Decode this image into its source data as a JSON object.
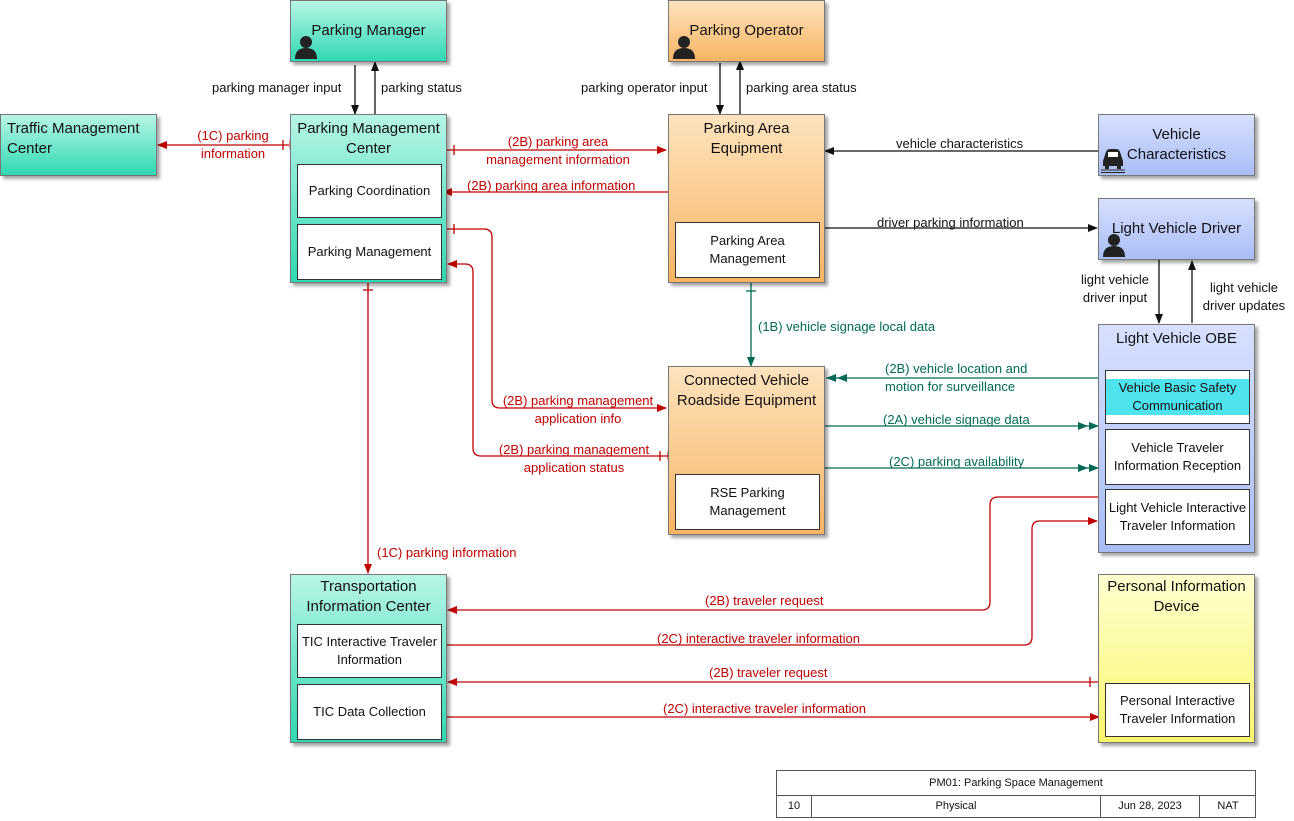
{
  "nodes": {
    "parking_manager": "Parking Manager",
    "parking_operator": "Parking Operator",
    "traffic_management_center": "Traffic Management Center",
    "parking_management_center": "Parking Management Center",
    "parking_coordination": "Parking Coordination",
    "parking_management": "Parking Management",
    "parking_area_equipment": "Parking Area Equipment",
    "parking_area_management": "Parking Area Management",
    "vehicle_characteristics": "Vehicle Characteristics",
    "light_vehicle_driver": "Light Vehicle Driver",
    "light_vehicle_obe": "Light Vehicle OBE",
    "vehicle_basic_safety": "Vehicle Basic Safety Communication",
    "vehicle_traveler_info_reception": "Vehicle Traveler Information Reception",
    "lv_interactive_traveler_info": "Light Vehicle Interactive Traveler Information",
    "cv_roadside_equipment": "Connected Vehicle Roadside Equipment",
    "rse_parking_management": "RSE Parking Management",
    "transportation_information_center": "Transportation Information Center",
    "tic_interactive_traveler_info": "TIC Interactive Traveler Information",
    "tic_data_collection": "TIC Data Collection",
    "personal_information_device": "Personal Information Device",
    "personal_interactive_traveler_info": "Personal Interactive Traveler Information"
  },
  "flows": {
    "parking_manager_input": "parking manager input",
    "parking_status": "parking status",
    "parking_operator_input": "parking operator input",
    "parking_area_status": "parking area status",
    "tmc_parking_information": "(1C) parking information",
    "parking_area_management_information": "(2B) parking area management information",
    "parking_area_information": "(2B) parking area information",
    "vehicle_characteristics": "vehicle characteristics",
    "driver_parking_information": "driver parking information",
    "light_vehicle_driver_input": "light vehicle driver input",
    "light_vehicle_driver_updates": "light vehicle driver updates",
    "vehicle_signage_local_data": "(1B) vehicle signage local data",
    "vehicle_location_motion": "(2B) vehicle location and motion for surveillance",
    "vehicle_signage_data": "(2A) vehicle signage data",
    "parking_availability": "(2C) parking availability",
    "parking_management_application_info": "(2B) parking management application info",
    "parking_management_application_status": "(2B) parking management application status",
    "tic_parking_information": "(1C) parking information",
    "traveler_request_obe": "(2B) traveler request",
    "interactive_traveler_info_obe": "(2C) interactive traveler information",
    "traveler_request_pid": "(2B) traveler request",
    "interactive_traveler_info_pid": "(2C) interactive traveler information"
  },
  "footer": {
    "title": "PM01: Parking Space Management",
    "number": "10",
    "view": "Physical",
    "date": "Jun 28, 2023",
    "scope": "NAT"
  },
  "colors": {
    "center": "#2fd8b2",
    "field": "#f8b462",
    "vehicle": "#a9bdf6",
    "traveler": "#f9f66a",
    "flow_red": "#c00000",
    "flow_green": "#006a55"
  }
}
